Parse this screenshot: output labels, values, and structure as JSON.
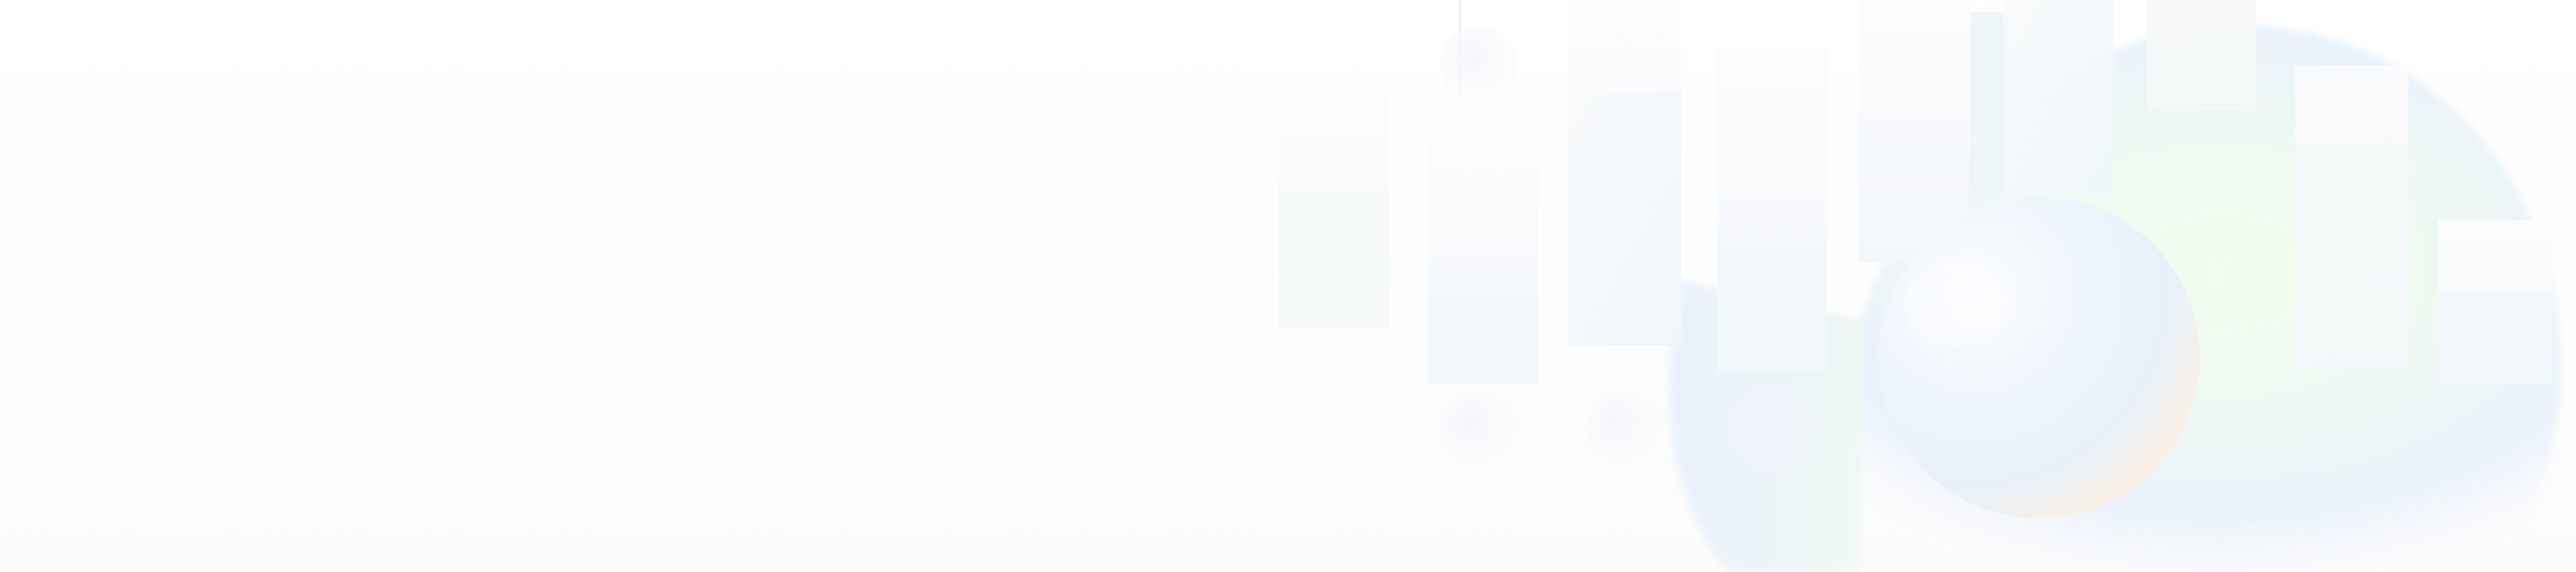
{
  "colors": {
    "background": "#fdfdfd",
    "bar_light": "#f7f9fb",
    "bar_tint": "#eef5fb",
    "blue_glow": "#e6f0fb",
    "green_glow": "#eefcee",
    "peach_glow": "#fdf2e4"
  },
  "decor": {
    "bar_count": 10,
    "dot_count": 5,
    "sphere": "soft-glass-sphere",
    "halo": "green-blue-halo"
  }
}
